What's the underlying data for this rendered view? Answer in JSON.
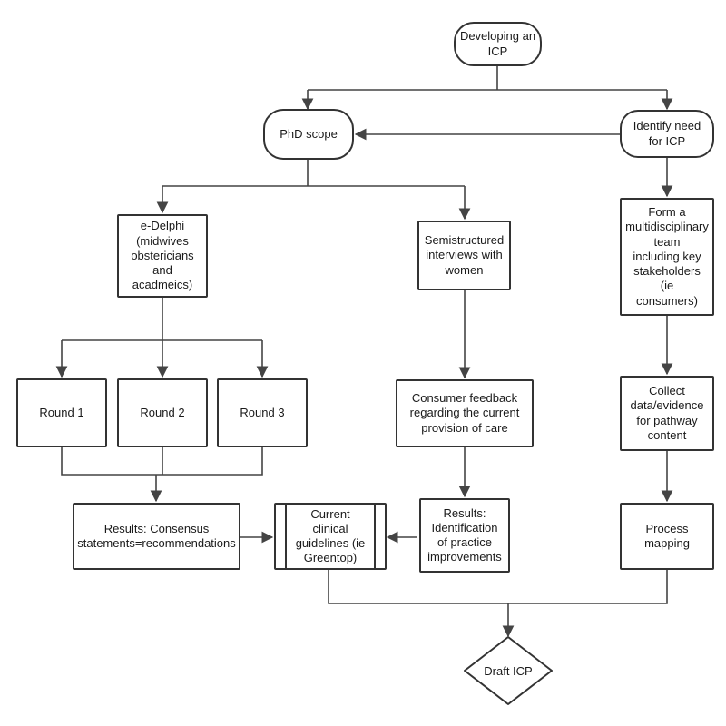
{
  "nodes": {
    "developing": "Developing an\nICP",
    "phd_scope": "PhD scope",
    "identify": "Identify need\nfor ICP",
    "edelphi": "e-Delphi\n(midwives\nobstericians\nand\nacadmeics)",
    "semistructured": "Semistructured\ninterviews with\nwomen",
    "form_team": "Form a\nmultidisciplinary\nteam\nincluding key\nstakeholders\n(ie\nconsumers)",
    "round1": "Round 1",
    "round2": "Round 2",
    "round3": "Round 3",
    "consumer_feedback": "Consumer feedback\nregarding the current\nprovision of care",
    "collect_data": "Collect\ndata/evidence\nfor pathway\ncontent",
    "results_consensus": "Results: Consensus\nstatements=recommendations",
    "current_guidelines": "Current\nclinical\nguidelines (ie\nGreentop)",
    "results_identification": "Results:\nIdentification\nof practice\nimprovements",
    "process_mapping": "Process\nmapping",
    "draft": "Draft ICP"
  }
}
